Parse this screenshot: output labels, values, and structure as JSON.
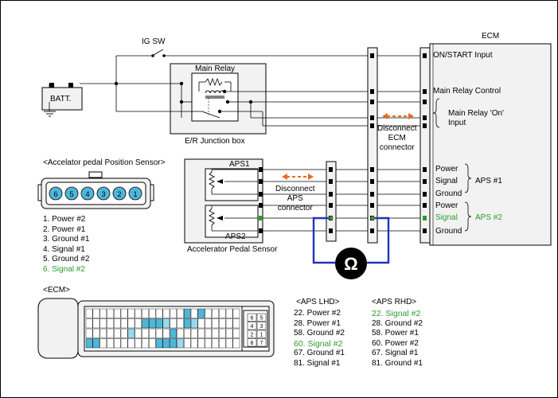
{
  "diagram": {
    "ig_sw": "IG SW",
    "batt": "BATT.",
    "main_relay": "Main Relay",
    "junction_box": "E/R Junction box",
    "ecm_title": "ECM",
    "ecm_pins": {
      "on_start": "ON/START Input",
      "main_relay_control": "Main Relay Control",
      "main_relay_on": "Main Relay 'On'\nInput",
      "power1": "Power",
      "signal1": "Signal",
      "ground1": "Ground",
      "aps1": "APS #1",
      "power2": "Power",
      "signal2": "Signal",
      "ground2": "Ground",
      "aps2": "APS #2"
    },
    "disconnect_ecm": "Disconnect\nECM\nconnector",
    "disconnect_aps": "Disconnect\nAPS\nconnector",
    "aps1": "APS1",
    "aps2": "APS2",
    "accel_sensor": "Accelerator Pedal Sensor",
    "ohm_symbol": "Ω"
  },
  "aps_connector": {
    "title": "<Accelator pedal Position Sensor>",
    "pins": [
      "6",
      "5",
      "4",
      "3",
      "2",
      "1"
    ],
    "legend": [
      {
        "text": "1. Power #2",
        "highlight": false
      },
      {
        "text": "2. Power #1",
        "highlight": false
      },
      {
        "text": "3. Ground #1",
        "highlight": false
      },
      {
        "text": "4. Signal #1",
        "highlight": false
      },
      {
        "text": "5. Ground #2",
        "highlight": false
      },
      {
        "text": "6. Signal #2",
        "highlight": true
      }
    ]
  },
  "ecm_connector": {
    "title": "<ECM>",
    "side_pins": [
      "6",
      "5",
      "4",
      "3",
      "2",
      "1",
      "8",
      "7"
    ]
  },
  "aps_lhd": {
    "title": "<APS LHD>",
    "items": [
      {
        "text": "22. Power #2",
        "highlight": false
      },
      {
        "text": "28. Power #1",
        "highlight": false
      },
      {
        "text": "58. Ground #2",
        "highlight": false
      },
      {
        "text": "60. Signal #2",
        "highlight": true
      },
      {
        "text": "67. Ground #1",
        "highlight": false
      },
      {
        "text": "81. Signal #1",
        "highlight": false
      }
    ]
  },
  "aps_rhd": {
    "title": "<APS RHD>",
    "items": [
      {
        "text": "22. Signal #2",
        "highlight": true
      },
      {
        "text": "28. Ground #2",
        "highlight": false
      },
      {
        "text": "58. Power #1",
        "highlight": false
      },
      {
        "text": "60. Power #2",
        "highlight": false
      },
      {
        "text": "67. Signal #1",
        "highlight": false
      },
      {
        "text": "81. Ground #1",
        "highlight": false
      }
    ]
  },
  "colors": {
    "signal_highlight": "#2e9a2e",
    "meter_wire": "#2233bb",
    "arrow": "#e86a1e",
    "box_fill": "#f2f2f2",
    "cell_blue": "#4fb6d8",
    "cell_cyan": "#9ad9ee"
  }
}
